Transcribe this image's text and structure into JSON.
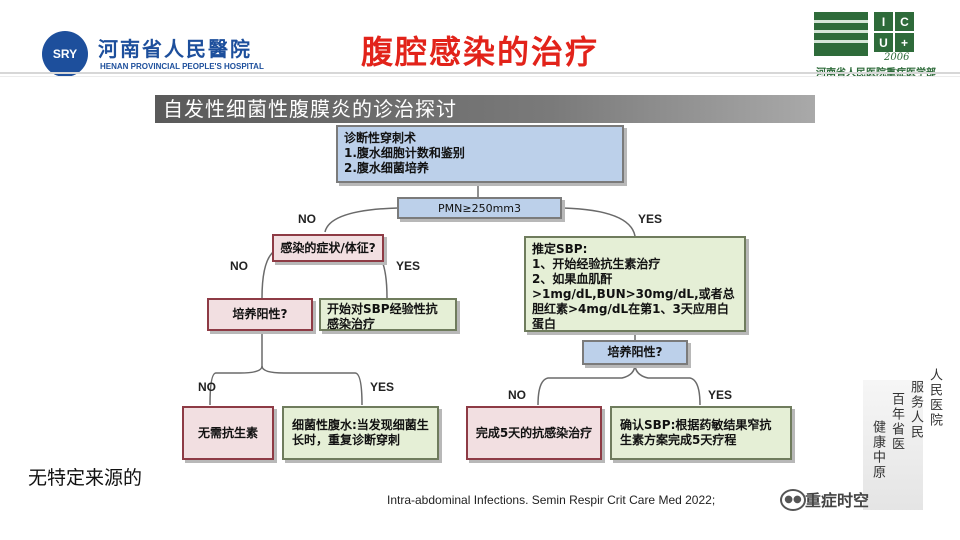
{
  "header": {
    "logo_left_badge": "SRY",
    "logo_left_cn": "河南省人民醫院",
    "logo_left_en": "HENAN PROVINCIAL PEOPLE'S HOSPITAL",
    "title": "腹腔感染的治疗",
    "logo_right_icu": [
      "I",
      "C",
      "U",
      "+"
    ],
    "logo_right_year": "2006",
    "logo_right_cn": "河南省人民医院重症医学部"
  },
  "subtitle": "自发性细菌性腹膜炎的诊治探讨",
  "flow": {
    "diag": {
      "title": "诊断性穿刺术",
      "l1": "1.腹水细胞计数和鉴别",
      "l2": "2.腹水细菌培养"
    },
    "pmn": "PMN≥250mm3",
    "no1": "NO",
    "yes1": "YES",
    "symptom": "感染的症状/体征?",
    "no2": "NO",
    "yes2": "YES",
    "culture_left": "培养阳性?",
    "start_sbp": "开始对SBP经验性抗感染治疗",
    "presumed": {
      "t1": "推定SBP:",
      "t2": "1、开始经验抗生素治疗",
      "t3": "2、如果血肌酐>1mg/dL,BUN>30mg/dL,或者总胆红素>4mg/dL在第1、3天应用白蛋白"
    },
    "culture_right": "培养阳性?",
    "no3": "NO",
    "yes3": "YES",
    "no4": "NO",
    "yes4": "YES",
    "no_antibiotic": "无需抗生素",
    "bacterascites": "细菌性腹水:当发现细菌生长时，重复诊断穿刺",
    "complete5": "完成5天的抗感染治疗",
    "confirm_sbp": "确认SBP:根据药敏结果窄抗生素方案完成5天疗程"
  },
  "footnote": "无特定来源的",
  "citation": "Intra-abdominal Infections. Semin Respir Crit Care Med 2022;",
  "watermark": "重症时空",
  "side_text": [
    "人民医院",
    "服务人民",
    "百年省医",
    "健康中原"
  ]
}
